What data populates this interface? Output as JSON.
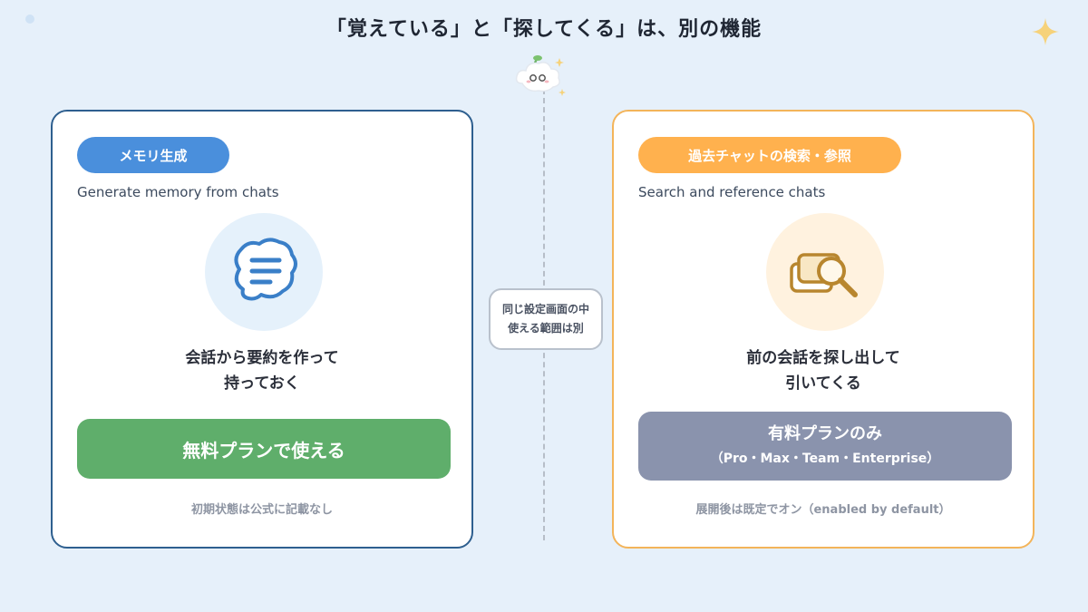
{
  "title": "「覚えている」と「探してくる」は、別の機能",
  "center_note": {
    "line1": "同じ設定画面の中",
    "line2": "使える範囲は別"
  },
  "left": {
    "badge": "メモリ生成",
    "subtitle": "Generate memory from chats",
    "icon": "chat-bubble-lines-icon",
    "desc_line1": "会話から要約を作って",
    "desc_line2": "持っておく",
    "plan": "無料プランで使える",
    "footnote": "初期状態は公式に記載なし",
    "colors": {
      "border": "#2e5f8f",
      "badge": "#4a8fdc",
      "plan": "#5fae6b"
    }
  },
  "right": {
    "badge": "過去チャットの検索・参照",
    "subtitle": "Search and reference chats",
    "icon": "search-chats-magnifier-icon",
    "desc_line1": "前の会話を探し出して",
    "desc_line2": "引いてくる",
    "plan": "有料プランのみ",
    "plan_sub": "（Pro・Max・Team・Enterprise）",
    "footnote": "展開後は既定でオン（enabled by default）",
    "colors": {
      "border": "#f3b45a",
      "badge": "#ffb14e",
      "plan": "#8a93ad"
    }
  }
}
